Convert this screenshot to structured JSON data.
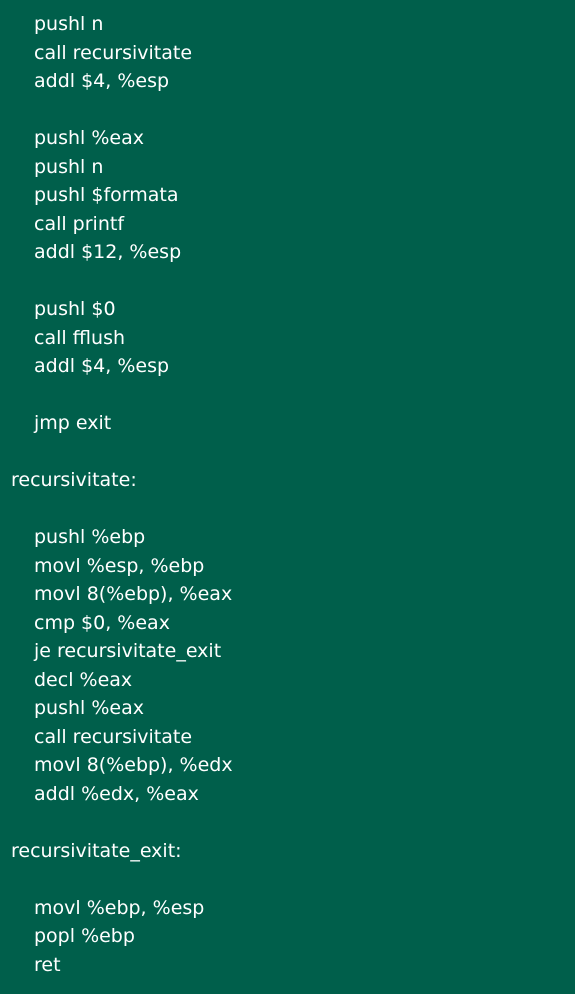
{
  "editor": {
    "background_color": "#005f4b",
    "text_color": "#ffffff",
    "lines": [
      {
        "kind": "instruction",
        "text": "pushl n"
      },
      {
        "kind": "instruction",
        "text": "call recursivitate"
      },
      {
        "kind": "instruction",
        "text": "addl $4, %esp"
      },
      {
        "kind": "blank",
        "text": ""
      },
      {
        "kind": "instruction",
        "text": "pushl %eax"
      },
      {
        "kind": "instruction",
        "text": "pushl n"
      },
      {
        "kind": "instruction",
        "text": "pushl $formata"
      },
      {
        "kind": "instruction",
        "text": "call printf"
      },
      {
        "kind": "instruction",
        "text": "addl $12, %esp"
      },
      {
        "kind": "blank",
        "text": ""
      },
      {
        "kind": "instruction",
        "text": "pushl $0"
      },
      {
        "kind": "instruction",
        "text": "call fflush"
      },
      {
        "kind": "instruction",
        "text": "addl $4, %esp"
      },
      {
        "kind": "blank",
        "text": ""
      },
      {
        "kind": "instruction",
        "text": "jmp exit"
      },
      {
        "kind": "blank",
        "text": ""
      },
      {
        "kind": "label",
        "text": "recursivitate:"
      },
      {
        "kind": "blank",
        "text": ""
      },
      {
        "kind": "instruction",
        "text": "pushl %ebp"
      },
      {
        "kind": "instruction",
        "text": "movl %esp, %ebp"
      },
      {
        "kind": "instruction",
        "text": "movl 8(%ebp), %eax"
      },
      {
        "kind": "instruction",
        "text": "cmp $0, %eax"
      },
      {
        "kind": "instruction",
        "text": "je recursivitate_exit"
      },
      {
        "kind": "instruction",
        "text": "decl %eax"
      },
      {
        "kind": "instruction",
        "text": "pushl %eax"
      },
      {
        "kind": "instruction",
        "text": "call recursivitate"
      },
      {
        "kind": "instruction",
        "text": "movl 8(%ebp), %edx"
      },
      {
        "kind": "instruction",
        "text": "addl %edx, %eax"
      },
      {
        "kind": "blank",
        "text": ""
      },
      {
        "kind": "label",
        "text": "recursivitate_exit:"
      },
      {
        "kind": "blank",
        "text": ""
      },
      {
        "kind": "instruction",
        "text": "movl %ebp, %esp"
      },
      {
        "kind": "instruction",
        "text": "popl %ebp"
      },
      {
        "kind": "instruction",
        "text": "ret"
      }
    ]
  }
}
